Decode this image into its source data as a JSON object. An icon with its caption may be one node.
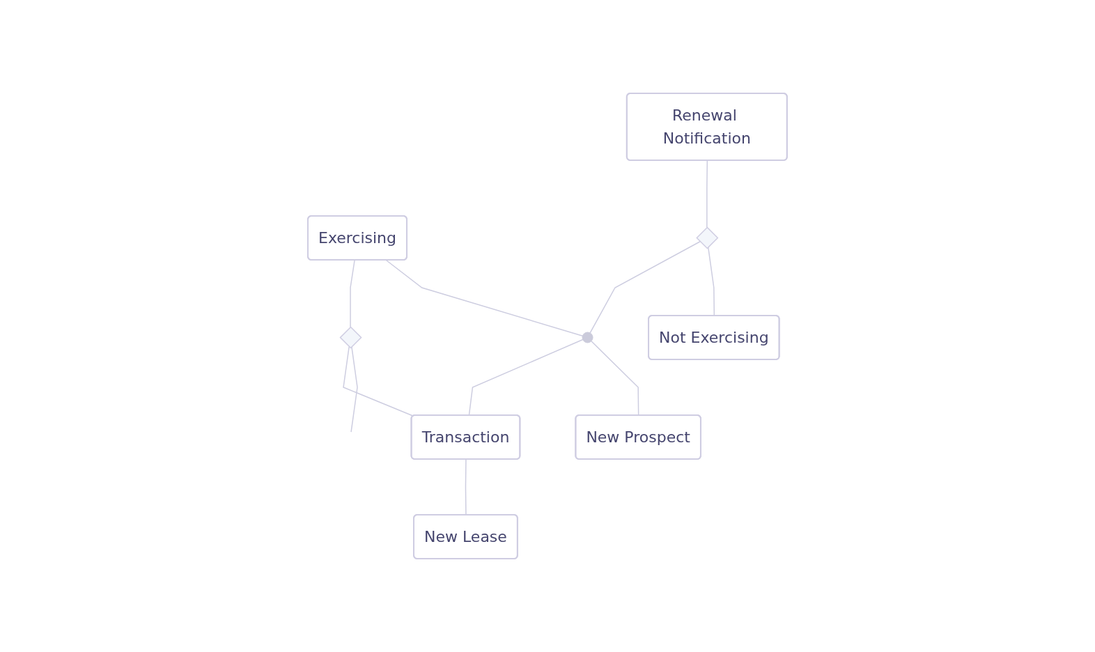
{
  "diagram": {
    "nodes": [
      {
        "text": [
          "Renewal Notification"
        ]
      },
      {
        "text": [
          "Exercising"
        ]
      },
      {
        "text": [],
        "shape": "diamond"
      },
      {
        "text": [],
        "shape": "diamond"
      },
      {
        "text": [],
        "shape": "circle"
      },
      {
        "text": [
          "Transaction"
        ]
      },
      {
        "text": [
          "Not Exercising"
        ]
      },
      {
        "text": [
          "New Prospect"
        ]
      },
      {
        "text": [
          "New Lease"
        ]
      }
    ],
    "edges": [
      {
        "from": 0,
        "to": 3,
        "arrow": "none"
      },
      {
        "from": 3,
        "to": 6,
        "arrow": "none"
      },
      {
        "from": 3,
        "to": 4,
        "arrow": "none"
      },
      {
        "from": 1,
        "to": 4,
        "arrow": "none"
      },
      {
        "from": 4,
        "to": 7,
        "arrow": "none"
      },
      {
        "from": 4,
        "to": 5,
        "arrow": "none"
      },
      {
        "from": 1,
        "to": 2,
        "arrow": "none"
      },
      {
        "from": 2,
        "to": null,
        "arrow": "none"
      },
      {
        "from": 2,
        "to": 5,
        "arrow": "none"
      },
      {
        "from": 5,
        "to": 8,
        "arrow": "none"
      }
    ]
  }
}
